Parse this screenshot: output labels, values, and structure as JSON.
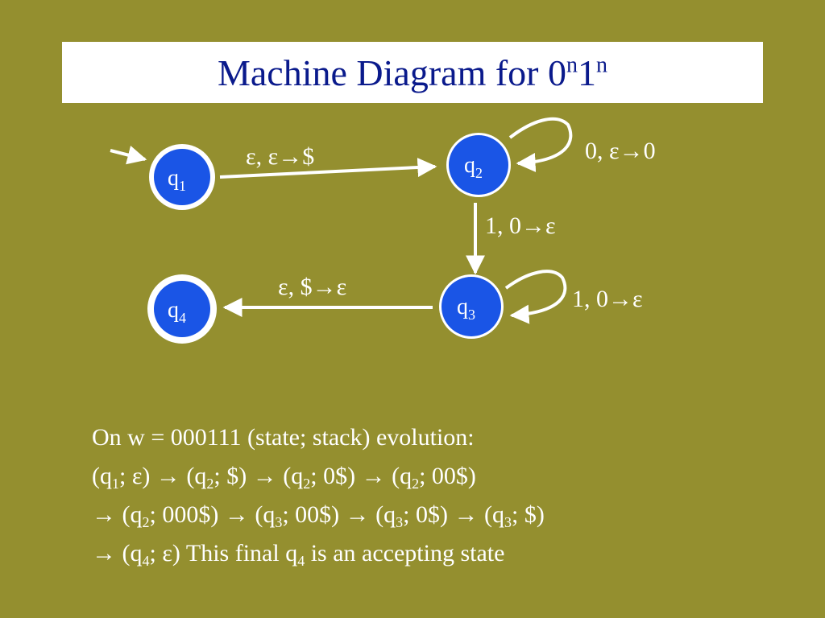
{
  "title": {
    "text": "Machine Diagram for 0",
    "exp1": "n",
    "mid": "1",
    "exp2": "n"
  },
  "colors": {
    "background": "#948f2f",
    "state_fill": "#1a55e6",
    "title_text": "#0a1a8c",
    "lines": "#ffffff"
  },
  "diagram": {
    "states": [
      {
        "id": "q1",
        "base": "q",
        "sub": "1"
      },
      {
        "id": "q2",
        "base": "q",
        "sub": "2"
      },
      {
        "id": "q3",
        "base": "q",
        "sub": "3"
      },
      {
        "id": "q4",
        "base": "q",
        "sub": "4"
      }
    ],
    "edges": [
      {
        "from": "q1",
        "to": "q2",
        "label": "ε, ε→$"
      },
      {
        "from": "q2",
        "to": "q2",
        "label": "0, ε→0"
      },
      {
        "from": "q2",
        "to": "q3",
        "label": "1, 0→ε"
      },
      {
        "from": "q3",
        "to": "q3",
        "label": "1, 0→ε"
      },
      {
        "from": "q3",
        "to": "q4",
        "label": "ε, $→ε"
      }
    ]
  },
  "evolution": {
    "heading": "On w = 000111 (state; stack) evolution:",
    "line1": [
      "(q",
      "1",
      "; ε) → (q",
      "2",
      "; $) → (q",
      "2",
      "; 0$) → (q",
      "2",
      "; 00$)"
    ],
    "line2": [
      "→ (q",
      "2",
      "; 000$) → (q",
      "3",
      "; 00$) → (q",
      "3",
      "; 0$) → (q",
      "3",
      "; $)"
    ],
    "line3": [
      "→ (q",
      "4",
      "; ε)  This final q",
      "4",
      " is an accepting state"
    ]
  }
}
